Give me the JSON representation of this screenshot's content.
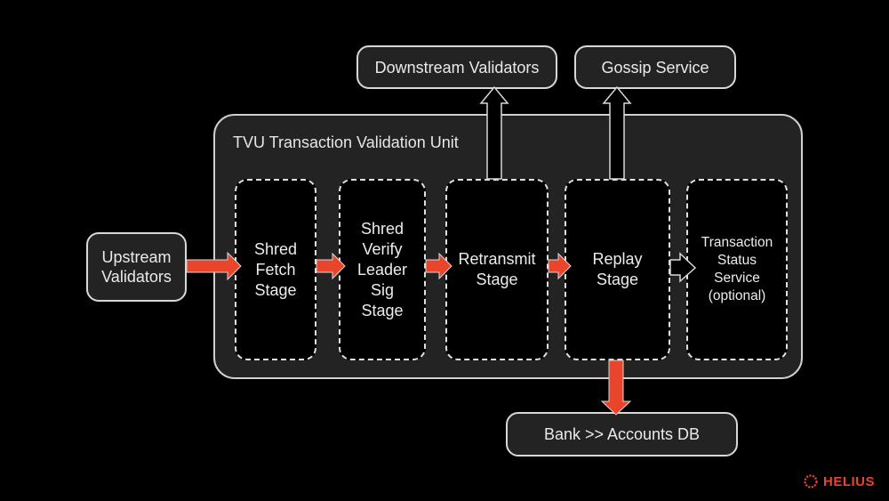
{
  "diagram": {
    "external_nodes": {
      "upstream": "Upstream\nValidators",
      "downstream": "Downstream Validators",
      "gossip": "Gossip Service",
      "bank": "Bank >> Accounts DB"
    },
    "unit": {
      "title": "TVU Transaction Validation Unit",
      "stages": [
        {
          "id": "shred-fetch",
          "label": "Shred\nFetch\nStage"
        },
        {
          "id": "shred-verify",
          "label": "Shred\nVerify\nLeader\nSig\nStage"
        },
        {
          "id": "retransmit",
          "label": "Retransmit\nStage"
        },
        {
          "id": "replay",
          "label": "Replay\nStage"
        },
        {
          "id": "transaction-status",
          "label": "Transaction\nStatus\nService\n(optional)"
        }
      ]
    },
    "edges": [
      {
        "from": "Upstream Validators",
        "to": "Shred Fetch Stage",
        "style": "solid-accent"
      },
      {
        "from": "Shred Fetch Stage",
        "to": "Shred Verify Leader Sig Stage",
        "style": "solid-accent"
      },
      {
        "from": "Shred Verify Leader Sig Stage",
        "to": "Retransmit Stage",
        "style": "solid-accent"
      },
      {
        "from": "Retransmit Stage",
        "to": "Replay Stage",
        "style": "solid-accent"
      },
      {
        "from": "Replay Stage",
        "to": "Transaction Status Service (optional)",
        "style": "outline"
      },
      {
        "from": "Retransmit Stage",
        "to": "Downstream Validators",
        "style": "outline"
      },
      {
        "from": "Replay Stage",
        "to": "Gossip Service",
        "style": "outline"
      },
      {
        "from": "Replay Stage",
        "to": "Bank >> Accounts DB",
        "style": "solid-accent"
      }
    ]
  },
  "brand": {
    "name": "HELIUS",
    "color": "#e8452a"
  },
  "colors": {
    "accent": "#e8452a",
    "outline": "#d8d8d8",
    "panel": "#232323",
    "background": "#000000"
  }
}
